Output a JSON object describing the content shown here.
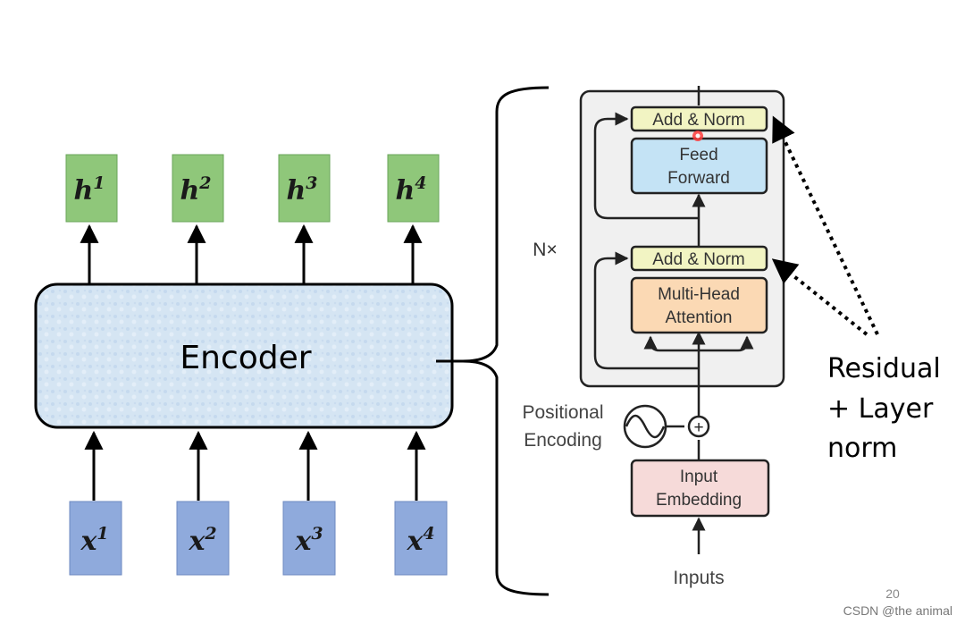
{
  "encoder": {
    "label": "Encoder"
  },
  "outputs": [
    {
      "base": "h",
      "sup": "1"
    },
    {
      "base": "h",
      "sup": "2"
    },
    {
      "base": "h",
      "sup": "3"
    },
    {
      "base": "h",
      "sup": "4"
    }
  ],
  "inputs": [
    {
      "base": "x",
      "sup": "1"
    },
    {
      "base": "x",
      "sup": "2"
    },
    {
      "base": "x",
      "sup": "3"
    },
    {
      "base": "x",
      "sup": "4"
    }
  ],
  "transformer": {
    "repeat_label": "N×",
    "add_norm_top": "Add & Norm",
    "feed_forward": [
      "Feed",
      "Forward"
    ],
    "add_norm_bottom": "Add & Norm",
    "attention": [
      "Multi-Head",
      "Attention"
    ],
    "positional": [
      "Positional",
      "Encoding"
    ],
    "plus_symbol": "+",
    "embedding": [
      "Input",
      "Embedding"
    ],
    "inputs_label": "Inputs"
  },
  "annotation": [
    "Residual",
    "+ Layer",
    "norm"
  ],
  "page_number": "20",
  "watermark": "CSDN @the animal",
  "colors": {
    "green_box": "#8fc77a",
    "blue_box": "#8faadc",
    "encoder_fill": "#d7e6f4",
    "add_norm": "#f2f4c3",
    "feed_forward": "#c4e3f5",
    "attention": "#fbd9b4",
    "embedding": "#f6dad9",
    "block_bg": "#f0f0f0"
  }
}
